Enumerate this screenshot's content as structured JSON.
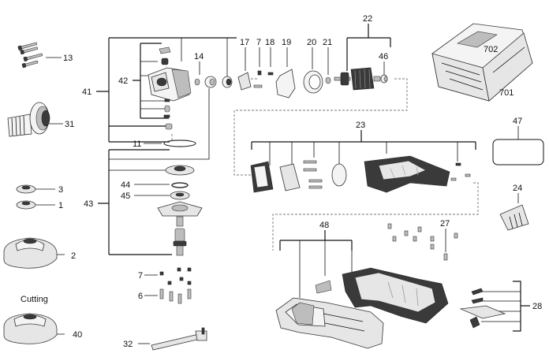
{
  "diagram": {
    "labels": {
      "l13": "13",
      "l31": "31",
      "l41": "41",
      "l42": "42",
      "l14": "14",
      "l17": "17",
      "l7a": "7",
      "l18": "18",
      "l19": "19",
      "l20": "20",
      "l21": "21",
      "l22": "22",
      "l46": "46",
      "l702": "702",
      "l701": "701",
      "l11": "11",
      "l3": "3",
      "l1": "1",
      "l44": "44",
      "l45": "45",
      "l43": "43",
      "l2": "2",
      "l23": "23",
      "l47": "47",
      "l24": "24",
      "l27": "27",
      "l48": "48",
      "l7b": "7",
      "l6": "6",
      "l28": "28",
      "l40": "40",
      "l32": "32"
    },
    "cutting_label": "Cutting"
  },
  "colors": {
    "line": "#111111",
    "dashed": "#777777",
    "part_fill": "#e6e6e6",
    "dark_fill": "#3a3a3a"
  }
}
